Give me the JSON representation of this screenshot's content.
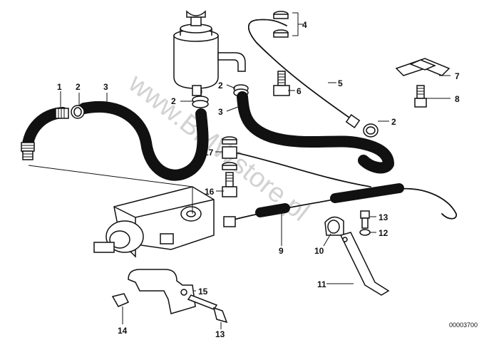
{
  "diagram": {
    "code": "00003700",
    "watermark": "www.BMWstore.pl",
    "callouts": {
      "c1": "1",
      "c2a": "2",
      "c3a": "3",
      "c2b": "2",
      "c2c": "2",
      "c3b": "3",
      "c4": "4",
      "c5": "5",
      "c6": "6",
      "c7": "7",
      "c8": "8",
      "c2d": "2",
      "c17": "17",
      "c16": "16",
      "c9": "9",
      "c10": "10",
      "c11": "11",
      "c12": "12",
      "c13a": "13",
      "c13b": "13",
      "c14": "14",
      "c15": "15"
    }
  }
}
